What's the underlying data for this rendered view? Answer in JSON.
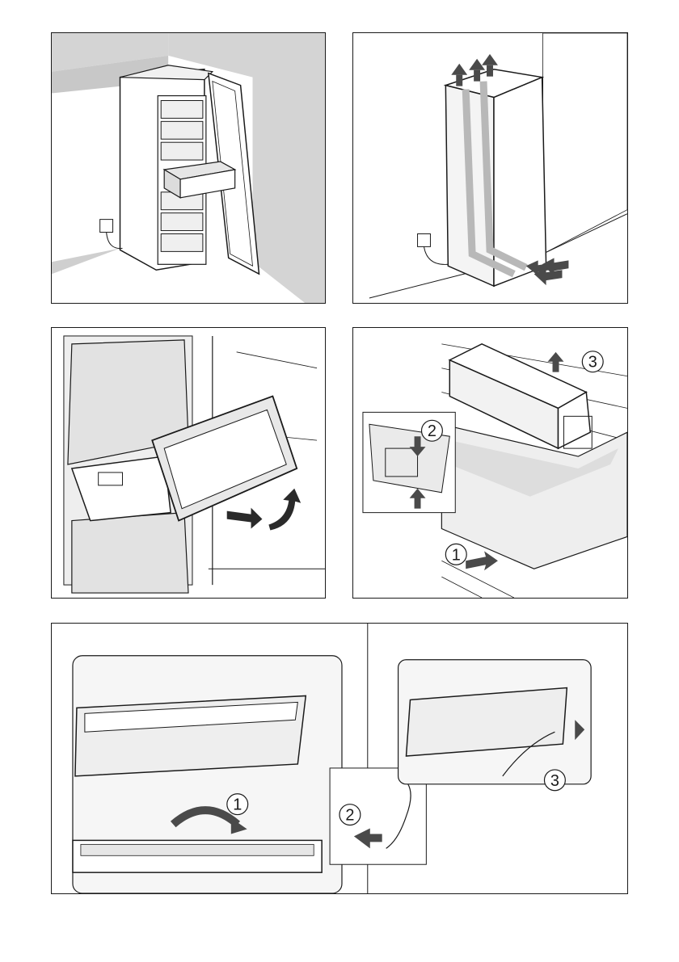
{
  "figures": [
    {
      "id": "fridge-installation",
      "callouts": []
    },
    {
      "id": "air-circulation",
      "callouts": []
    },
    {
      "id": "drawer-removal",
      "callouts": []
    },
    {
      "id": "ice-tray-removal",
      "callouts": [
        "1",
        "2",
        "3"
      ]
    },
    {
      "id": "shelf-flap-removal",
      "callouts": [
        "1",
        "2",
        "3"
      ]
    }
  ],
  "colors": {
    "line": "#1a1a1a",
    "wall": "#d4d4d4",
    "wall_dark": "#9a9a9a",
    "arrow": "#4a4a4a",
    "flow": "#b8b8b8"
  }
}
